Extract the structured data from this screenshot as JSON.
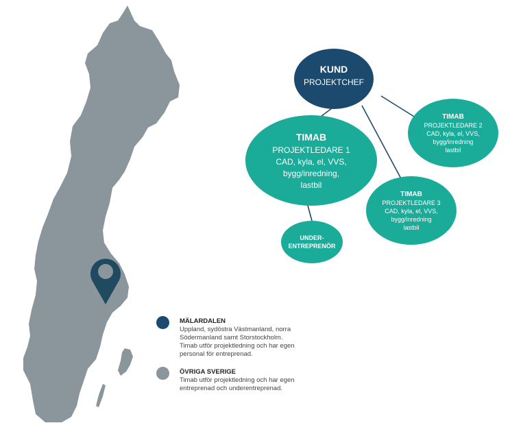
{
  "colors": {
    "map": "#8a959c",
    "navy": "#1b4a6e",
    "teal": "#1aab99",
    "pin": "#1f4a5f",
    "connector": "#1f4a6a"
  },
  "icons": {
    "pin": "map-pin-icon"
  },
  "nodes": {
    "kund": {
      "title": "KUND",
      "subtitle": "PROJEKTCHEF"
    },
    "pl1": {
      "title": "TIMAB",
      "lines": [
        "PROJEKTLEDARE 1",
        "CAD, kyla, el, VVS,",
        "bygg/inredning,",
        "lastbil"
      ]
    },
    "pl2": {
      "title": "TIMAB",
      "lines": [
        "PROJEKTLEDARE 2",
        "CAD, kyla, el, VVS,",
        "bygg/inredning",
        "lastbil"
      ]
    },
    "pl3": {
      "title": "TIMAB",
      "lines": [
        "PROJEKTLEDARE 3",
        "CAD, kyla, el, VVS,",
        "bygg/inredning",
        "lastbil"
      ]
    },
    "ue": {
      "lines": [
        "UNDER-",
        "ENTREPRENÖR"
      ]
    }
  },
  "legend": {
    "malardalen": {
      "title": "MÄLARDALEN",
      "lines": [
        "Uppland, sydöstra Västmanland, norra",
        "Södermanland samt Storstockholm.",
        "Timab utför projektledning och har egen",
        "personal för entreprenad."
      ]
    },
    "ovriga": {
      "title": "ÖVRIGA SVERIGE",
      "lines": [
        "Timab utför projektledning och har egen",
        "entreprenad och underentreprenad."
      ]
    }
  }
}
